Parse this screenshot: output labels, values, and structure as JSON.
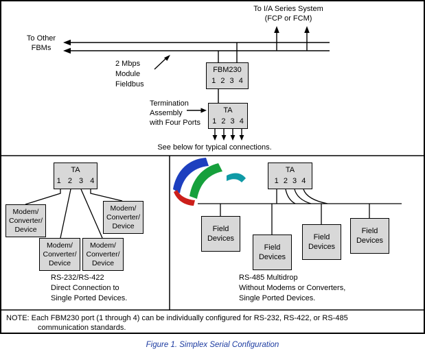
{
  "figure": {
    "caption": "Figure 1. Simplex Serial Configuration"
  },
  "top": {
    "ia_system_label": "To I/A Series System\n(FCP or FCM)",
    "other_fbms_label": "To Other\nFBMs",
    "fieldbus_label": "2 Mbps\nModule\nFieldbus",
    "fbm_box": {
      "title": "FBM230",
      "ports": "1 2 3 4"
    },
    "termination_label": "Termination\nAssembly\nwith Four Ports",
    "ta_box": {
      "title": "TA",
      "ports": "1 2 3 4"
    },
    "see_below": "See below for typical connections."
  },
  "left_panel": {
    "ta_box": {
      "title": "TA",
      "ports": "1 2 3 4"
    },
    "devices": [
      "Modem/\nConverter/\nDevice",
      "Modem/\nConverter/\nDevice",
      "Modem/\nConverter/\nDevice",
      "Modem/\nConverter/\nDevice"
    ],
    "caption": "RS-232/RS-422\nDirect Connection to\nSingle Ported Devices."
  },
  "right_panel": {
    "ta_box": {
      "title": "TA",
      "ports": "1 2 3 4"
    },
    "devices": [
      "Field\nDevices",
      "Field\nDevices",
      "Field\nDevices",
      "Field\nDevices"
    ],
    "caption": "RS-485 Multidrop\nWithout Modems or Converters,\nSingle Ported Devices."
  },
  "note": {
    "line1": "NOTE: Each FBM230 port (1 through 4) can be individually configured for RS-232, RS-422, or RS-485",
    "line2": "communication standards."
  },
  "colors": {
    "box_fill": "#d8d8d8",
    "caption_blue": "#1b3aa0",
    "logo_blue": "#1d3fbf",
    "logo_green": "#16a03c",
    "logo_red": "#cc1f1a",
    "logo_teal": "#0f9aa6"
  }
}
